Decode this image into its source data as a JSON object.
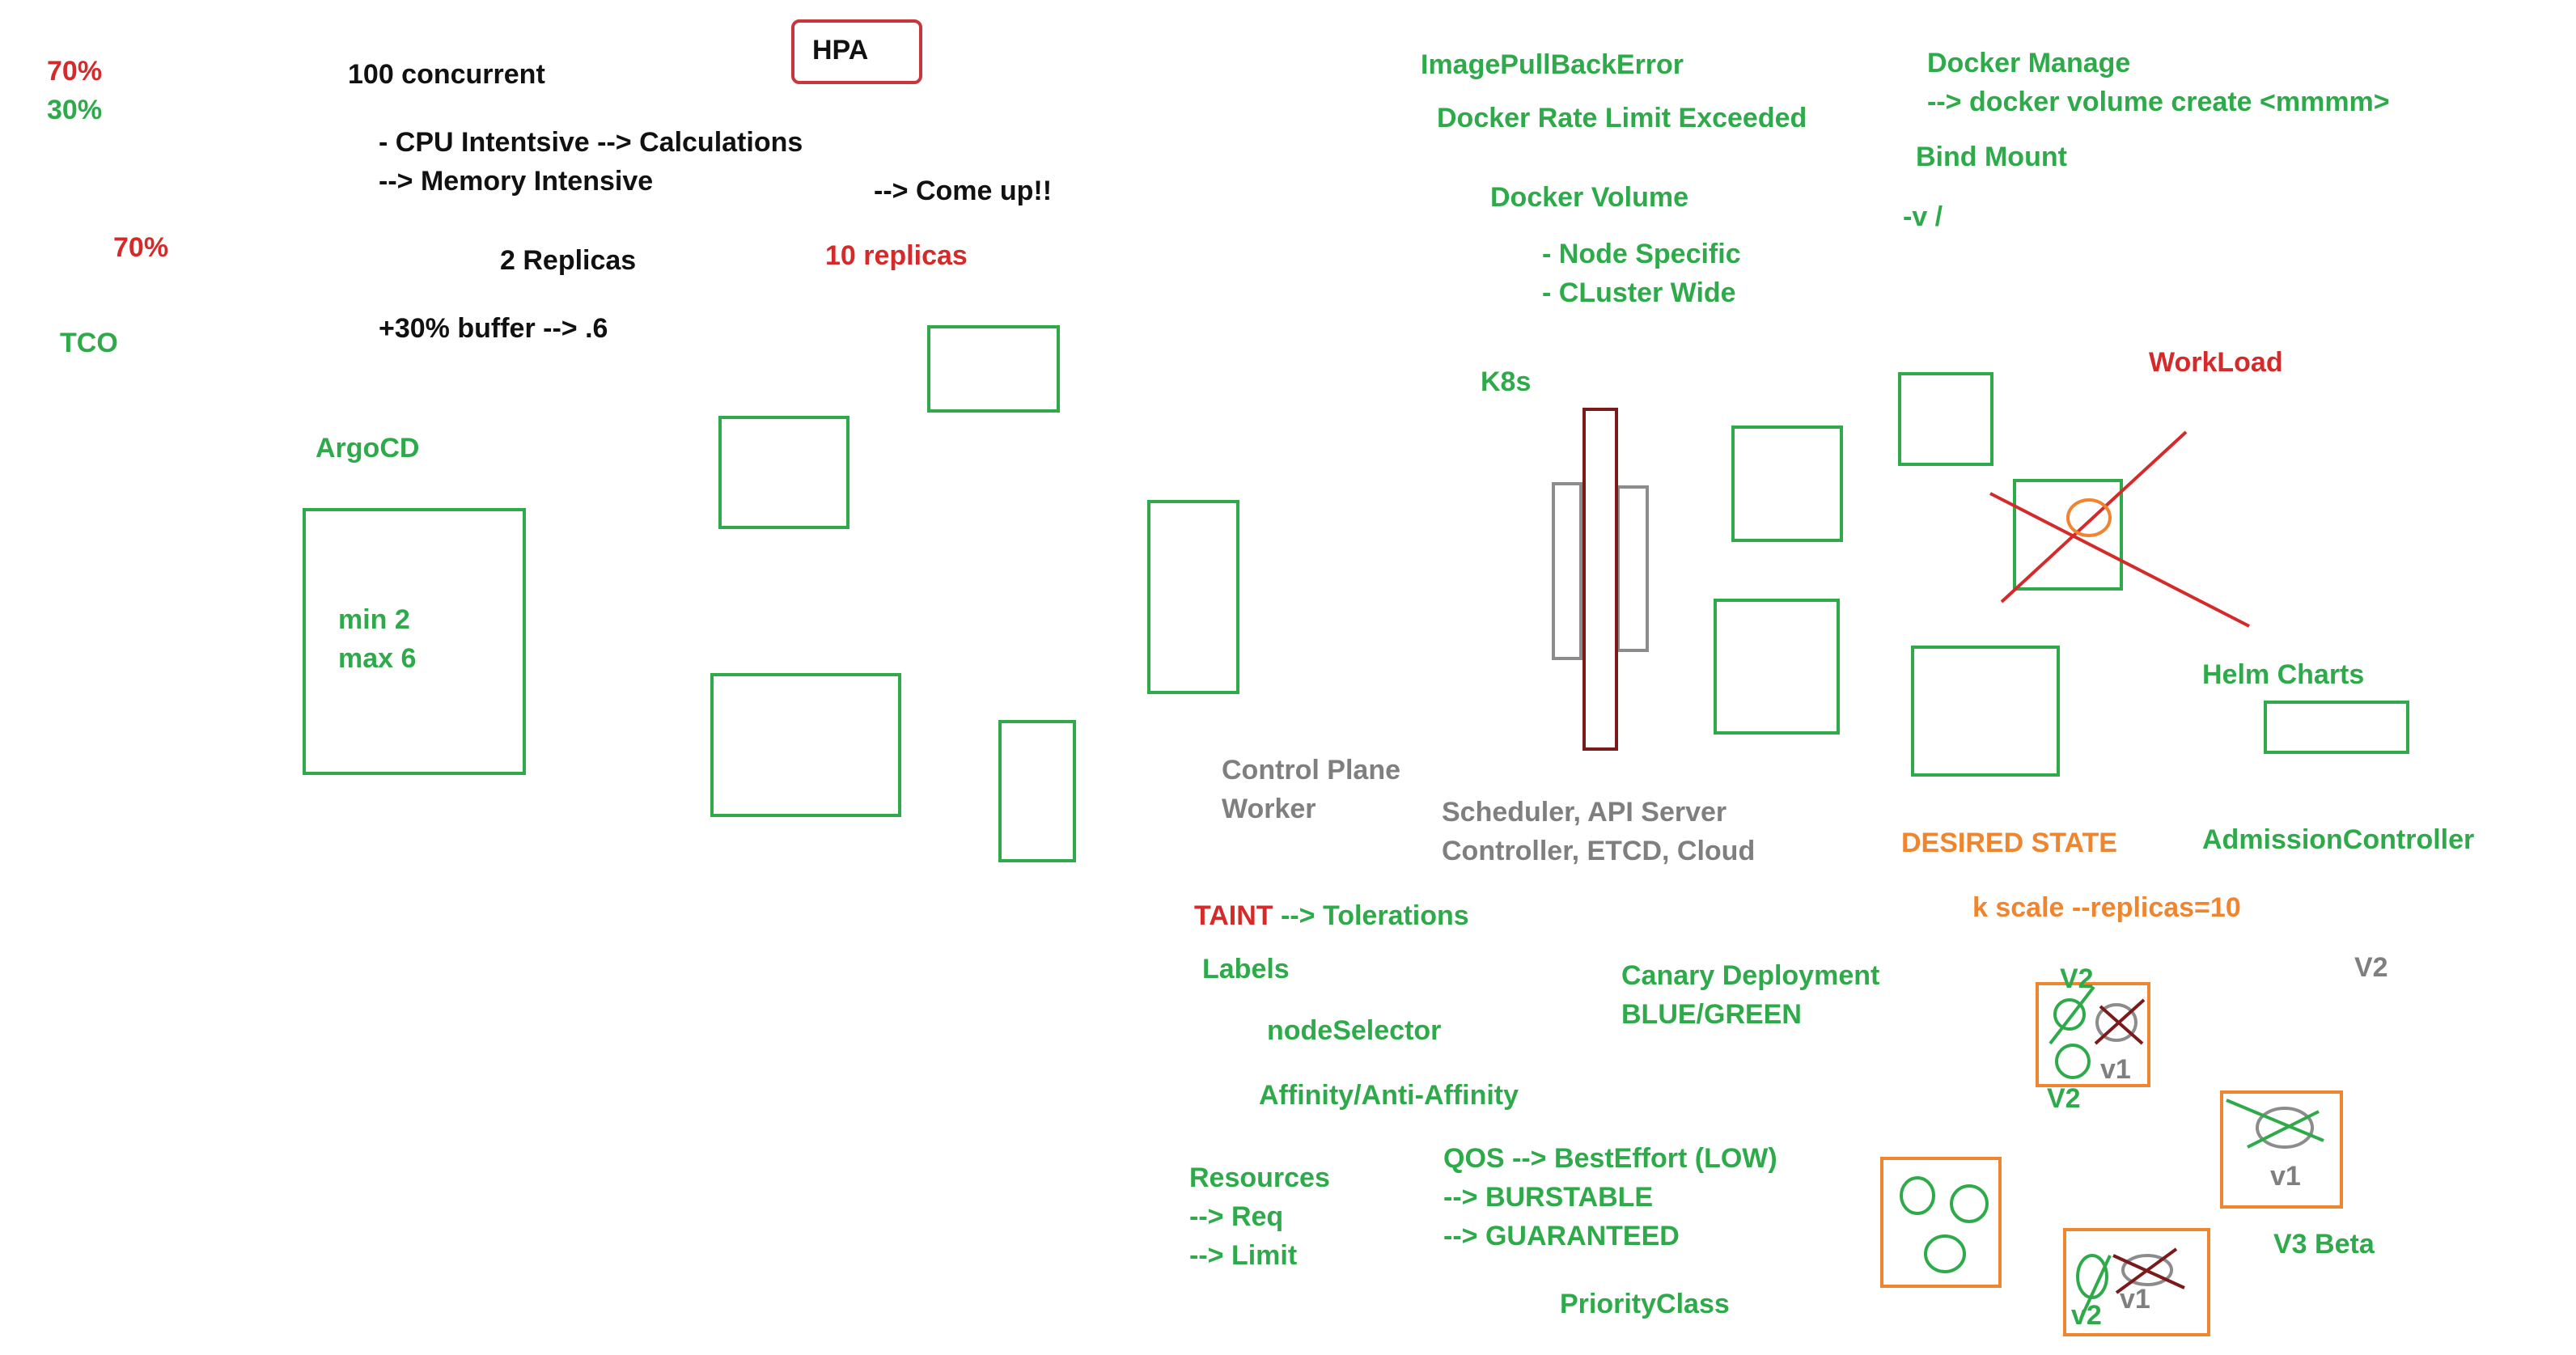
{
  "texts": {
    "pct_70_top": "70%",
    "pct_30": "30%",
    "pct_70_mid": "70%",
    "tco": "TCO",
    "concurrent": "100 concurrent",
    "cpu_intensive": "- CPU Intentsive --> Calculations",
    "memory_intensive": "--> Memory Intensive",
    "two_replicas": "2 Replicas",
    "buffer": "+30% buffer  --> .6",
    "hpa": "HPA",
    "come_up": "--> Come up!!",
    "ten_replicas": "10 replicas",
    "argocd": "ArgoCD",
    "min2": "min 2",
    "max6": "max 6",
    "image_pull": "ImagePullBackError",
    "rate_limit": "Docker Rate Limit Exceeded",
    "docker_volume": "Docker Volume",
    "node_specific": "- Node Specific",
    "cluster_wide": "- CLuster Wide",
    "docker_manage": "Docker Manage",
    "volume_create": "--> docker volume create <mmmm>",
    "bind_mount": "Bind Mount",
    "v_flag": "-v /",
    "k8s": "K8s",
    "workload": "WorkLoad",
    "helm_charts": "Helm Charts",
    "control_plane": "Control Plane",
    "worker": "Worker",
    "scheduler": "Scheduler, API Server",
    "controller": "Controller, ETCD, Cloud",
    "desired_state": "DESIRED STATE",
    "admission_controller": "AdmissionController",
    "taint": "TAINT",
    "tolerations": " --> Tolerations",
    "k_scale": "k scale --replicas=10",
    "labels": "Labels",
    "node_selector": "nodeSelector",
    "canary": "Canary Deployment",
    "blue_green": "BLUE/GREEN",
    "affinity": "Affinity/Anti-Affinity",
    "resources": "Resources",
    "req": "--> Req",
    "limit": "--> Limit",
    "qos": "QOS --> BestEffort (LOW)",
    "burstable": "--> BURSTABLE",
    "guaranteed": "--> GUARANTEED",
    "priority_class": "PriorityClass",
    "v2_top": "V2",
    "v1_a": "v1",
    "v2_below": "V2",
    "v2_gray": "V2",
    "v1_b": "v1",
    "v3_beta": "V3 Beta",
    "v1_c": "v1",
    "v2_bottom": "v2"
  },
  "colors": {
    "green": "#2eaa4a",
    "red": "#d42a2a",
    "orange": "#f08530",
    "gray": "#7f7f7f",
    "maroon": "#7b1a1a",
    "black": "#111111"
  }
}
